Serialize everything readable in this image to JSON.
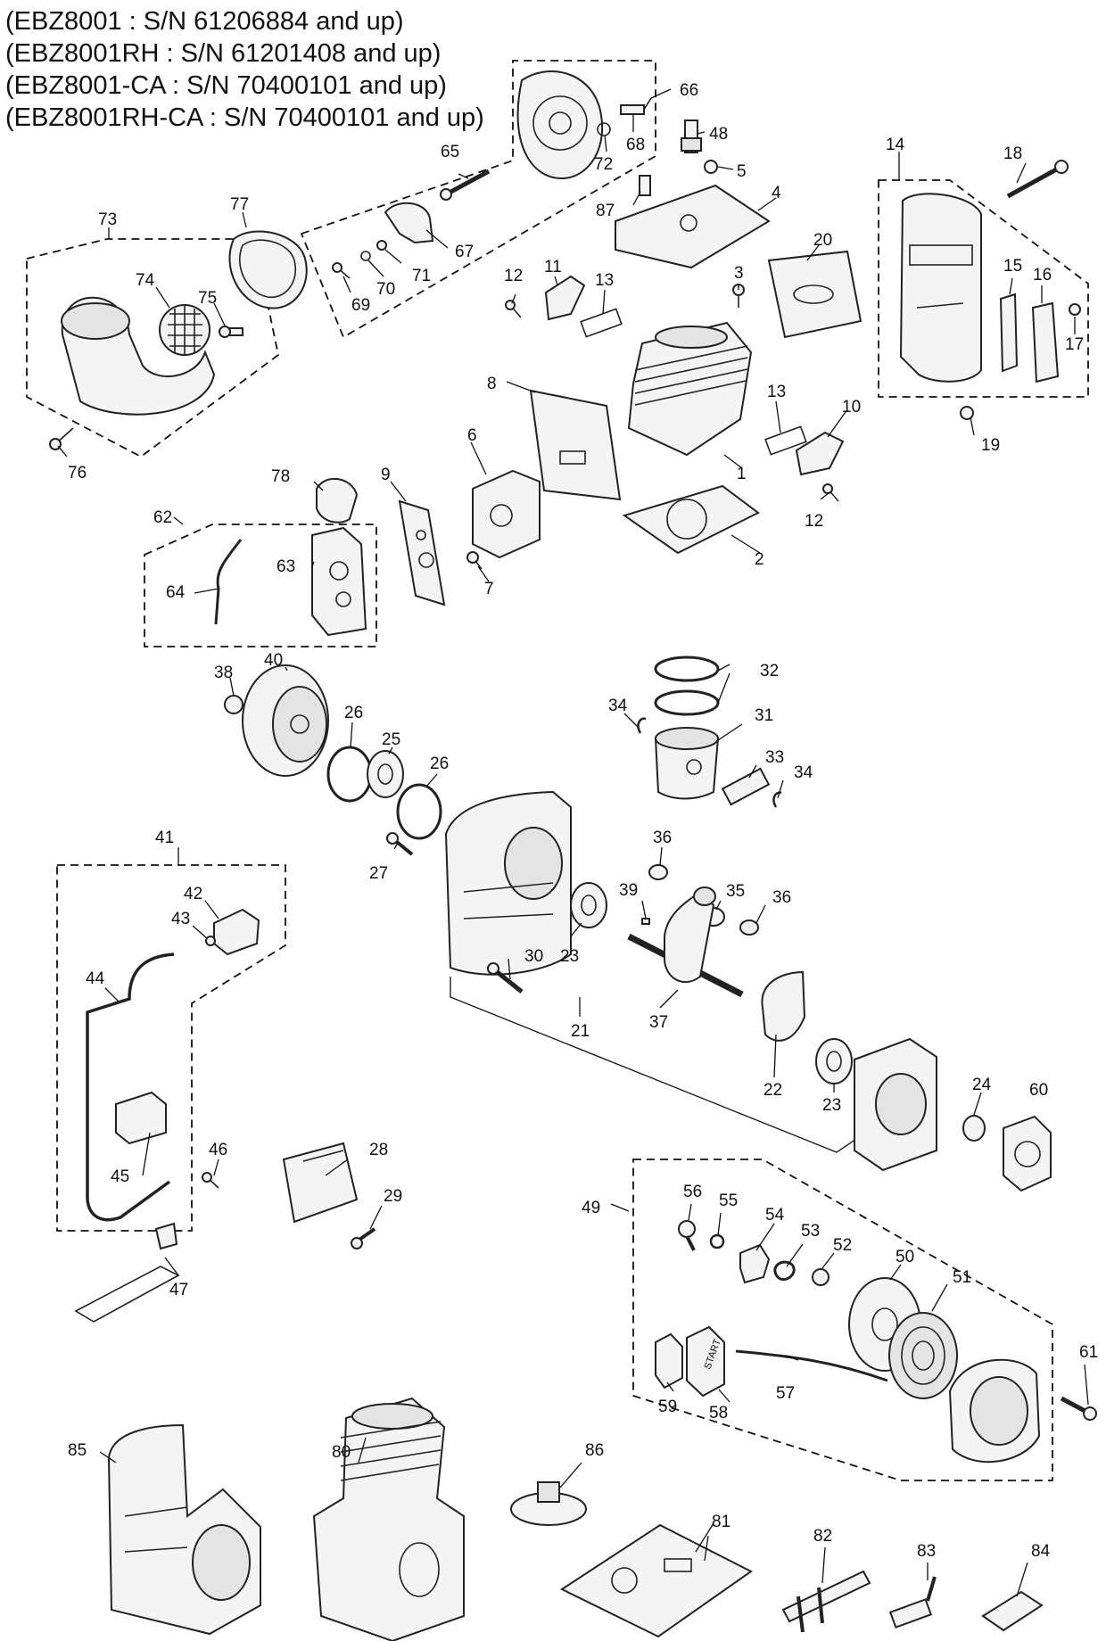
{
  "header_lines": [
    "(EBZ8001 : S/N 61206884 and up)",
    "(EBZ8001RH : S/N 61201408 and up)",
    "(EBZ8001-CA : S/N 70400101 and up)",
    "(EBZ8001RH-CA : S/N 70400101 and up)"
  ],
  "knob_text": "START",
  "callouts": {
    "p1": "1",
    "p2": "2",
    "p3": "3",
    "p4": "4",
    "p5": "5",
    "p6": "6",
    "p7": "7",
    "p8": "8",
    "p9": "9",
    "p10": "10",
    "p11": "11",
    "p12a": "12",
    "p12b": "12",
    "p13a": "13",
    "p13b": "13",
    "p14": "14",
    "p15": "15",
    "p16": "16",
    "p17": "17",
    "p18": "18",
    "p19": "19",
    "p20": "20",
    "p21": "21",
    "p22": "22",
    "p23a": "23",
    "p23b": "23",
    "p24": "24",
    "p25": "25",
    "p26a": "26",
    "p26b": "26",
    "p27": "27",
    "p28": "28",
    "p29": "29",
    "p30": "30",
    "p31": "31",
    "p32": "32",
    "p33": "33",
    "p34a": "34",
    "p34b": "34",
    "p35": "35",
    "p36a": "36",
    "p36b": "36",
    "p37": "37",
    "p38": "38",
    "p39": "39",
    "p40": "40",
    "p41": "41",
    "p42": "42",
    "p43": "43",
    "p44": "44",
    "p45": "45",
    "p46": "46",
    "p47": "47",
    "p48": "48",
    "p49": "49",
    "p50": "50",
    "p51": "51",
    "p52": "52",
    "p53": "53",
    "p54": "54",
    "p55": "55",
    "p56": "56",
    "p57": "57",
    "p58": "58",
    "p59": "59",
    "p60": "60",
    "p61": "61",
    "p62": "62",
    "p63": "63",
    "p64": "64",
    "p65": "65",
    "p66": "66",
    "p67": "67",
    "p68": "68",
    "p69": "69",
    "p70": "70",
    "p71": "71",
    "p72": "72",
    "p73": "73",
    "p74": "74",
    "p75": "75",
    "p76": "76",
    "p77": "77",
    "p78": "78",
    "p80": "80",
    "p81": "81",
    "p82": "82",
    "p83": "83",
    "p84": "84",
    "p85": "85",
    "p86": "86",
    "p87": "87"
  }
}
